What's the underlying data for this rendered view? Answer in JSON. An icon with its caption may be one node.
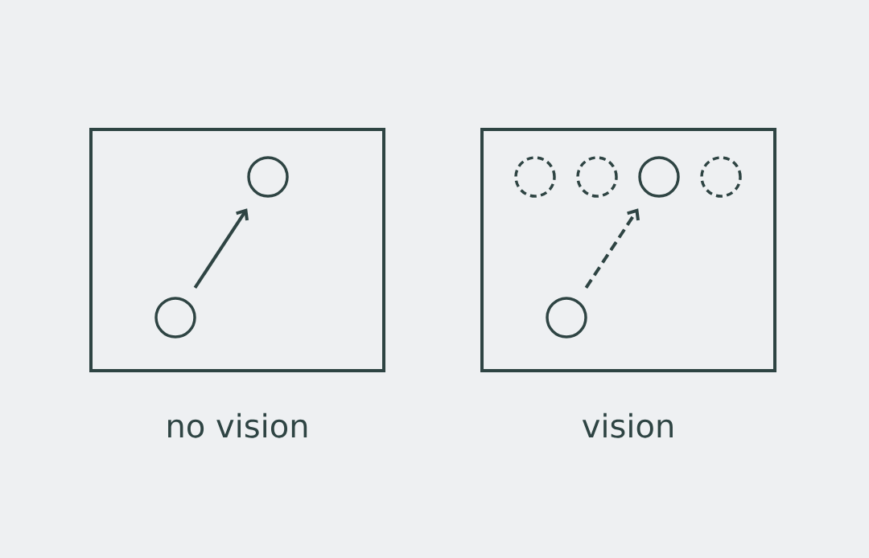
{
  "diagram": {
    "nodes": [
      {
        "text": [
          "no vision"
        ]
      },
      {
        "text": [],
        "shape": "circle",
        "in": 0
      },
      {
        "text": [],
        "shape": "circle",
        "in": 0
      },
      {
        "text": [
          "vision"
        ]
      },
      {
        "text": [],
        "shape": "circle",
        "in": 3
      },
      {
        "text": [],
        "shape": "circle",
        "in": 3
      },
      {
        "text": [],
        "shape": "circle",
        "in": 3
      },
      {
        "text": [],
        "shape": "circle",
        "in": 3
      },
      {
        "text": [],
        "shape": "circle",
        "in": 3
      }
    ],
    "edges": [
      {
        "from": 1,
        "to": 2,
        "arrow": "to"
      },
      {
        "from": 8,
        "to": 6,
        "arrow": "to",
        "style": "dashed"
      }
    ]
  }
}
